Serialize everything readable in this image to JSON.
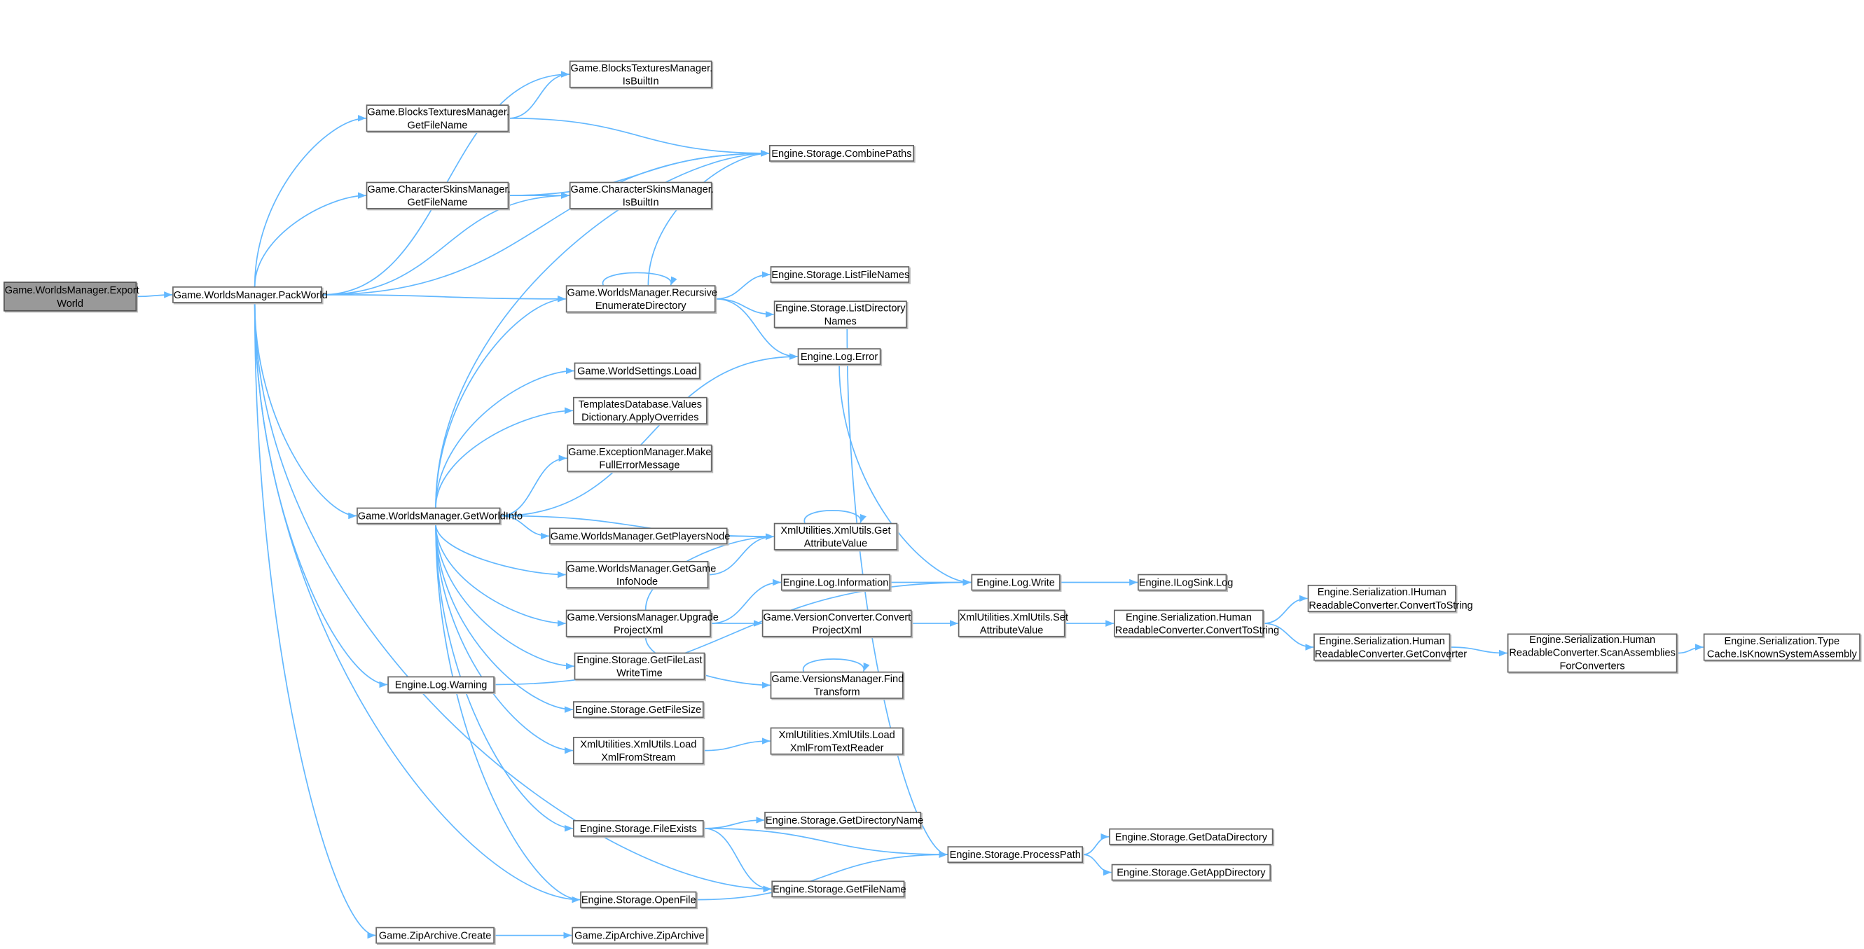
{
  "graph": {
    "edge_color": "#63B8FF",
    "root_fill": "#999999",
    "nodes": [
      {
        "id": "n1",
        "lines": [
          "Game.WorldsManager.Export",
          "World"
        ],
        "root": true
      },
      {
        "id": "n2",
        "lines": [
          "Game.WorldsManager.PackWorld"
        ]
      },
      {
        "id": "n3",
        "lines": [
          "Game.BlocksTexturesManager.",
          "IsBuiltIn"
        ]
      },
      {
        "id": "n4",
        "lines": [
          "Game.BlocksTexturesManager.",
          "GetFileName"
        ]
      },
      {
        "id": "n5",
        "lines": [
          "Engine.Storage.CombinePaths"
        ]
      },
      {
        "id": "n6",
        "lines": [
          "Game.CharacterSkinsManager.",
          "GetFileName"
        ]
      },
      {
        "id": "n7",
        "lines": [
          "Game.CharacterSkinsManager.",
          "IsBuiltIn"
        ]
      },
      {
        "id": "n8",
        "lines": [
          "Game.WorldsManager.Recursive",
          "EnumerateDirectory"
        ]
      },
      {
        "id": "n9",
        "lines": [
          "Engine.Storage.ListFileNames"
        ]
      },
      {
        "id": "n10",
        "lines": [
          "Engine.Storage.ListDirectory",
          "Names"
        ]
      },
      {
        "id": "n11",
        "lines": [
          "Engine.Log.Error"
        ]
      },
      {
        "id": "n12",
        "lines": [
          "Game.WorldSettings.Load"
        ]
      },
      {
        "id": "n13",
        "lines": [
          "TemplatesDatabase.Values",
          "Dictionary.ApplyOverrides"
        ]
      },
      {
        "id": "n14",
        "lines": [
          "Game.ExceptionManager.Make",
          "FullErrorMessage"
        ]
      },
      {
        "id": "n15",
        "lines": [
          "Game.WorldsManager.GetWorldInfo"
        ]
      },
      {
        "id": "n16",
        "lines": [
          "XmlUtilities.XmlUtils.Get",
          "AttributeValue"
        ]
      },
      {
        "id": "n17",
        "lines": [
          "Game.WorldsManager.GetPlayersNode"
        ]
      },
      {
        "id": "n18",
        "lines": [
          "Game.WorldsManager.GetGame",
          "InfoNode"
        ]
      },
      {
        "id": "n19",
        "lines": [
          "Engine.Log.Information"
        ]
      },
      {
        "id": "n20",
        "lines": [
          "Engine.Log.Write"
        ]
      },
      {
        "id": "n21",
        "lines": [
          "Engine.ILogSink.Log"
        ]
      },
      {
        "id": "n22",
        "lines": [
          "Game.VersionsManager.Upgrade",
          "ProjectXml"
        ]
      },
      {
        "id": "n23",
        "lines": [
          "Game.VersionConverter.Convert",
          "ProjectXml"
        ]
      },
      {
        "id": "n24",
        "lines": [
          "XmlUtilities.XmlUtils.Set",
          "AttributeValue"
        ]
      },
      {
        "id": "n25",
        "lines": [
          "Engine.Serialization.Human",
          "ReadableConverter.ConvertToString"
        ]
      },
      {
        "id": "n26",
        "lines": [
          "Engine.Serialization.IHuman",
          "ReadableConverter.ConvertToString"
        ]
      },
      {
        "id": "n27",
        "lines": [
          "Engine.Serialization.Human",
          "ReadableConverter.GetConverter"
        ]
      },
      {
        "id": "n28",
        "lines": [
          "Engine.Serialization.Human",
          "ReadableConverter.ScanAssemblies",
          "ForConverters"
        ]
      },
      {
        "id": "n29",
        "lines": [
          "Engine.Serialization.Type",
          "Cache.IsKnownSystemAssembly"
        ]
      },
      {
        "id": "n30",
        "lines": [
          "Engine.Storage.GetFileLast",
          "WriteTime"
        ]
      },
      {
        "id": "n31",
        "lines": [
          "Game.VersionsManager.Find",
          "Transform"
        ]
      },
      {
        "id": "n32",
        "lines": [
          "Engine.Storage.GetFileSize"
        ]
      },
      {
        "id": "n33",
        "lines": [
          "Engine.Log.Warning"
        ]
      },
      {
        "id": "n34",
        "lines": [
          "XmlUtilities.XmlUtils.Load",
          "XmlFromStream"
        ]
      },
      {
        "id": "n35",
        "lines": [
          "XmlUtilities.XmlUtils.Load",
          "XmlFromTextReader"
        ]
      },
      {
        "id": "n36",
        "lines": [
          "Engine.Storage.FileExists"
        ]
      },
      {
        "id": "n37",
        "lines": [
          "Engine.Storage.GetDirectoryName"
        ]
      },
      {
        "id": "n38",
        "lines": [
          "Engine.Storage.ProcessPath"
        ]
      },
      {
        "id": "n39",
        "lines": [
          "Engine.Storage.GetDataDirectory"
        ]
      },
      {
        "id": "n40",
        "lines": [
          "Engine.Storage.GetAppDirectory"
        ]
      },
      {
        "id": "n41",
        "lines": [
          "Engine.Storage.GetFileName"
        ]
      },
      {
        "id": "n42",
        "lines": [
          "Engine.Storage.OpenFile"
        ]
      },
      {
        "id": "n43",
        "lines": [
          "Game.ZipArchive.Create"
        ]
      },
      {
        "id": "n44",
        "lines": [
          "Game.ZipArchive.ZipArchive"
        ]
      }
    ],
    "edges": [
      [
        "n1",
        "n2"
      ],
      [
        "n2",
        "n3"
      ],
      [
        "n2",
        "n4"
      ],
      [
        "n2",
        "n5"
      ],
      [
        "n2",
        "n6"
      ],
      [
        "n2",
        "n7"
      ],
      [
        "n2",
        "n8"
      ],
      [
        "n2",
        "n15"
      ],
      [
        "n2",
        "n33"
      ],
      [
        "n2",
        "n42"
      ],
      [
        "n2",
        "n41"
      ],
      [
        "n2",
        "n43"
      ],
      [
        "n4",
        "n3"
      ],
      [
        "n4",
        "n5"
      ],
      [
        "n6",
        "n5"
      ],
      [
        "n6",
        "n7"
      ],
      [
        "n8",
        "n8"
      ],
      [
        "n8",
        "n5"
      ],
      [
        "n8",
        "n9"
      ],
      [
        "n8",
        "n10"
      ],
      [
        "n8",
        "n11"
      ],
      [
        "n10",
        "n38"
      ],
      [
        "n11",
        "n20"
      ],
      [
        "n15",
        "n5"
      ],
      [
        "n15",
        "n8"
      ],
      [
        "n15",
        "n11"
      ],
      [
        "n15",
        "n12"
      ],
      [
        "n15",
        "n13"
      ],
      [
        "n15",
        "n14"
      ],
      [
        "n15",
        "n16"
      ],
      [
        "n15",
        "n17"
      ],
      [
        "n15",
        "n18"
      ],
      [
        "n15",
        "n22"
      ],
      [
        "n15",
        "n30"
      ],
      [
        "n15",
        "n32"
      ],
      [
        "n15",
        "n34"
      ],
      [
        "n15",
        "n36"
      ],
      [
        "n15",
        "n42"
      ],
      [
        "n16",
        "n16"
      ],
      [
        "n17",
        "n16"
      ],
      [
        "n18",
        "n16"
      ],
      [
        "n22",
        "n16"
      ],
      [
        "n22",
        "n19"
      ],
      [
        "n22",
        "n23"
      ],
      [
        "n22",
        "n31"
      ],
      [
        "n19",
        "n20"
      ],
      [
        "n20",
        "n21"
      ],
      [
        "n23",
        "n24"
      ],
      [
        "n24",
        "n25"
      ],
      [
        "n25",
        "n26"
      ],
      [
        "n25",
        "n27"
      ],
      [
        "n27",
        "n28"
      ],
      [
        "n28",
        "n29"
      ],
      [
        "n31",
        "n31"
      ],
      [
        "n33",
        "n20"
      ],
      [
        "n34",
        "n35"
      ],
      [
        "n36",
        "n37"
      ],
      [
        "n36",
        "n38"
      ],
      [
        "n36",
        "n41"
      ],
      [
        "n38",
        "n39"
      ],
      [
        "n38",
        "n40"
      ],
      [
        "n42",
        "n38"
      ],
      [
        "n43",
        "n44"
      ]
    ]
  }
}
